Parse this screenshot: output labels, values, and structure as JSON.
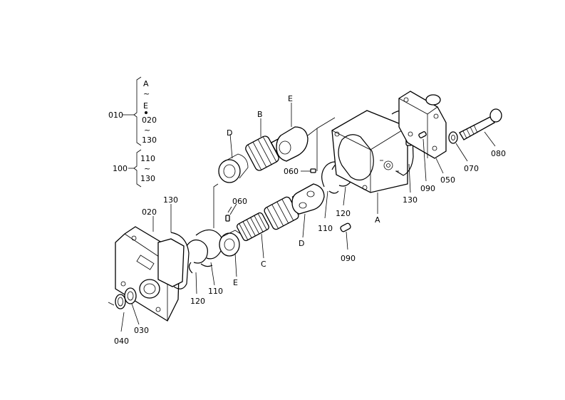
{
  "diagram": {
    "group_010": {
      "ref": "010",
      "range_start": "A",
      "range_end": "E",
      "extra_start": "020",
      "extra_end": "130",
      "tilde": "~"
    },
    "group_100": {
      "ref": "100",
      "range_start": "110",
      "range_end": "130",
      "tilde": "~"
    },
    "labels": {
      "A": "A",
      "B": "B",
      "C": "C",
      "D_upper": "D",
      "D_lower": "D",
      "E_upper": "E",
      "E_lower": "E",
      "p020": "020",
      "p030": "030",
      "p040": "040",
      "p050": "050",
      "p060_left": "060",
      "p060_right": "060",
      "p070": "070",
      "p080": "080",
      "p090_right": "090",
      "p090_lower": "090",
      "p110_left": "110",
      "p110_right": "110",
      "p120_left": "120",
      "p120_right": "120",
      "p130_left": "130",
      "p130_right": "130"
    }
  }
}
